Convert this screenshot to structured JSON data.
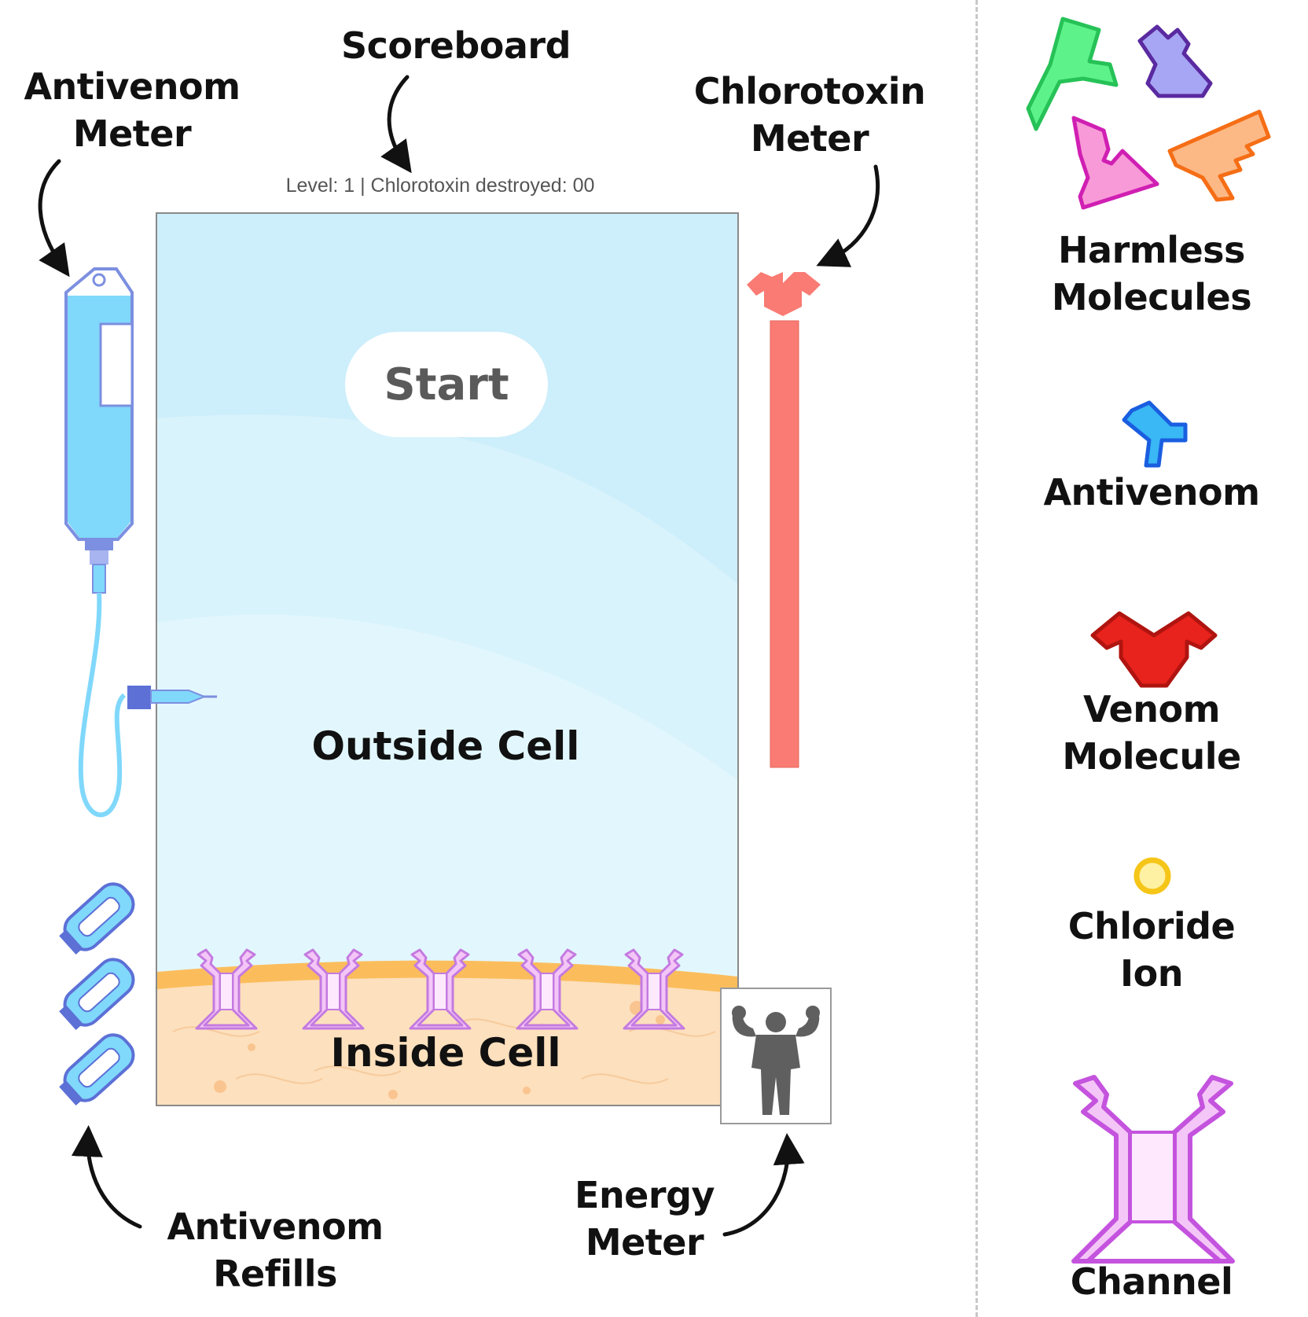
{
  "callouts": {
    "antivenom_meter": [
      "Antivenom",
      "Meter"
    ],
    "scoreboard": [
      "Scoreboard"
    ],
    "chlorotoxin_meter": [
      "Chlorotoxin",
      "Meter"
    ],
    "antivenom_refills": [
      "Antivenom",
      "Refills"
    ],
    "energy_meter": [
      "Energy",
      "Meter"
    ]
  },
  "scoreboard_text": "Level: 1 | Chlorotoxin destroyed: 00",
  "game": {
    "start_label": "Start",
    "outside_label": "Outside Cell",
    "inside_label": "Inside Cell",
    "channel_count": 5,
    "refill_count": 3,
    "antivenom_level": 0.85,
    "chlorotoxin_level": 1.0
  },
  "legend": {
    "harmless": [
      "Harmless",
      "Molecules"
    ],
    "antivenom": [
      "Antivenom"
    ],
    "venom": [
      "Venom",
      "Molecule"
    ],
    "chloride": [
      "Chloride",
      "Ion"
    ],
    "channel": [
      "Channel"
    ]
  },
  "colors": {
    "outside_bg": "#d9f3fc",
    "membrane": "#fbbd5c",
    "inside_bg": "#fde0bd",
    "channel": "#c47ae0",
    "chlorotoxin_meter": "#f97b73",
    "venom": "#e8221c",
    "antivenom": "#1a5ee0",
    "chloride": "#f5c518"
  },
  "icons": [
    "iv-bag-icon",
    "antivenom-vial-icon",
    "strongman-icon",
    "venom-icon",
    "antivenom-icon",
    "chloride-ion-icon",
    "channel-icon",
    "harmless-molecule-icon"
  ]
}
